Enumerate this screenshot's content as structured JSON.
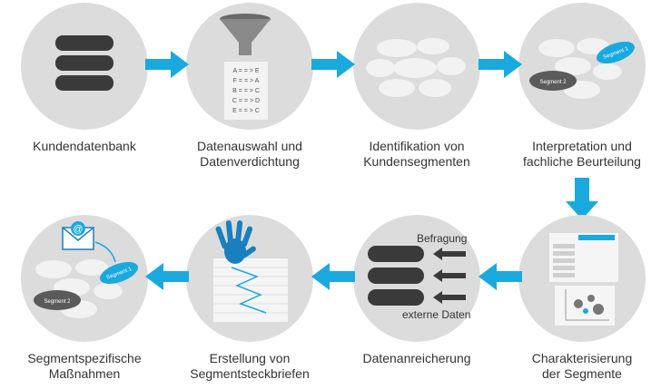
{
  "colors": {
    "circle": "#dcdcdc",
    "arrow": "#19a9de",
    "database": "#3a3a3a",
    "segment_dark": "#5a5a5a",
    "segment_blue": "#19a9de",
    "text": "#333333"
  },
  "steps": [
    {
      "label": "Kundendatenbank",
      "icon": "database-icon"
    },
    {
      "label": "Datenauswahl und\nDatenverdichtung",
      "icon": "funnel-icon"
    },
    {
      "label": "Identifikation von\nKundensegmenten",
      "icon": "ellipse-cluster-icon"
    },
    {
      "label": "Interpretation und\nfachliche Beurteilung",
      "icon": "segment-cluster-icon"
    },
    {
      "label": "Charakterisierung\nder Segmente",
      "icon": "report-icon"
    },
    {
      "label": "Datenanreicherung",
      "icon": "database-enrich-icon"
    },
    {
      "label": "Erstellung von\nSegmentsteckbriefen",
      "icon": "hand-chart-icon"
    },
    {
      "label": "Segmentspezifische\nMaßnahmen",
      "icon": "email-segment-icon"
    }
  ],
  "funnel_mappings": [
    "A = = > E",
    "F = = > A",
    "B = = > C",
    "C = = > D",
    "E = = > C"
  ],
  "segments": {
    "segment1": "Segment 1",
    "segment2": "Segment 2"
  },
  "enrichment": {
    "top_label": "Befragung",
    "bottom_label": "externe Daten"
  }
}
